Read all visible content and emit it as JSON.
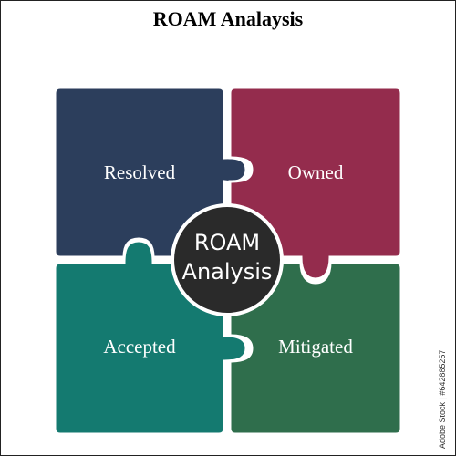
{
  "title": "ROAM Analaysis",
  "center": {
    "line1": "ROAM",
    "line2": "Analysis"
  },
  "pieces": {
    "top_left": {
      "label": "Resolved",
      "color": "#2c3e5c"
    },
    "top_right": {
      "label": "Owned",
      "color": "#942c4d"
    },
    "bottom_left": {
      "label": "Accepted",
      "color": "#147a70"
    },
    "bottom_right": {
      "label": "Mitigated",
      "color": "#2f6e4c"
    }
  },
  "center_color": "#2a2a2a",
  "watermark": "Adobe Stock | #642885257"
}
